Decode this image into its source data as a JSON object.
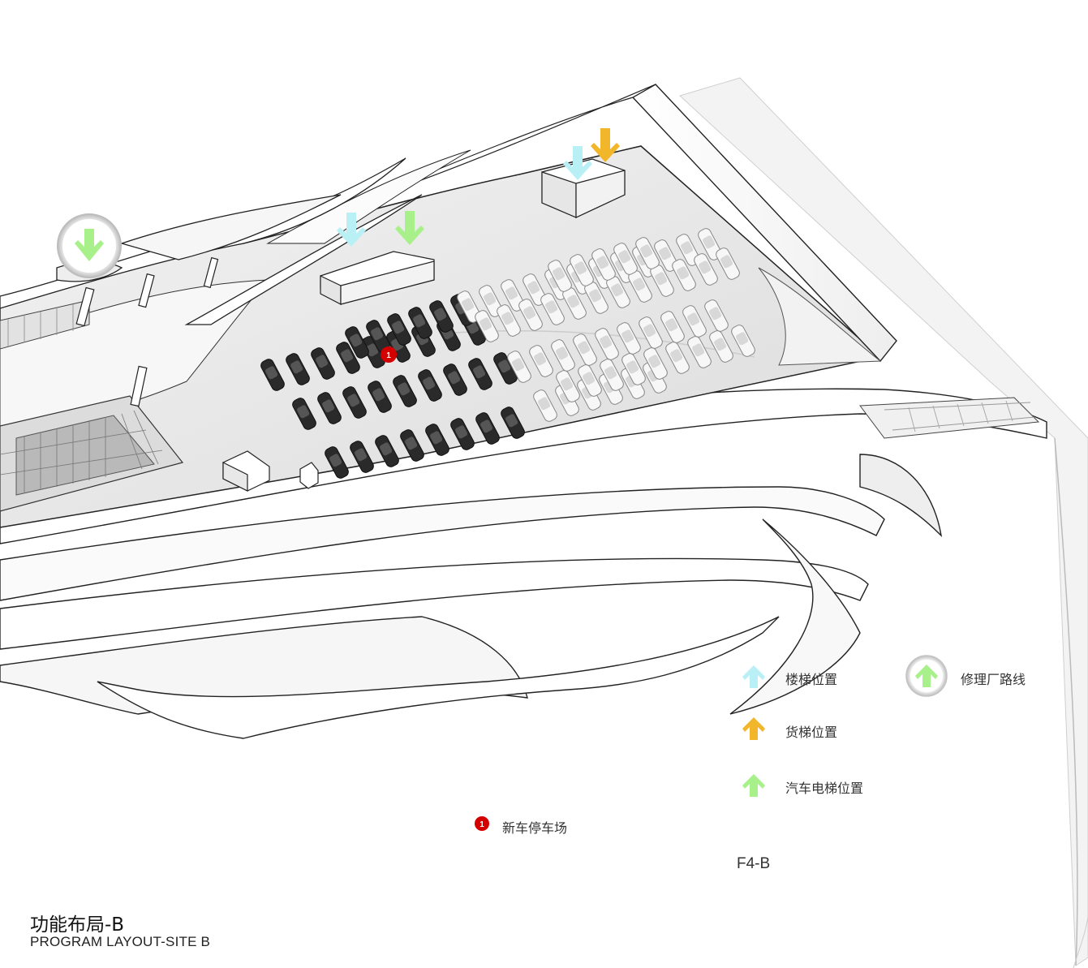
{
  "title": {
    "cn": "功能布局-B",
    "en": "PROGRAM LAYOUT-SITE B"
  },
  "floor_label": "F4-B",
  "zone_marker": {
    "number": "1",
    "label": "新车停车场",
    "color": "#d40000"
  },
  "legend": {
    "stair": {
      "label": "楼梯位置",
      "color": "#b8f0f6"
    },
    "freight": {
      "label": "货梯位置",
      "color": "#f1b62a"
    },
    "car_lift": {
      "label": "汽车电梯位置",
      "color": "#a8f08a"
    },
    "repair_route": {
      "label": "修理厂路线",
      "color": "#a8f08a"
    }
  },
  "colors": {
    "structure": "#ffffff",
    "floor": "#e9e9e9",
    "outline": "#222222",
    "dark_car": "#2a2a2a",
    "light_car": "#f7f7f7"
  },
  "icons": [
    "arrow-down-icon",
    "arrow-up-icon",
    "circle-badge-icon"
  ]
}
